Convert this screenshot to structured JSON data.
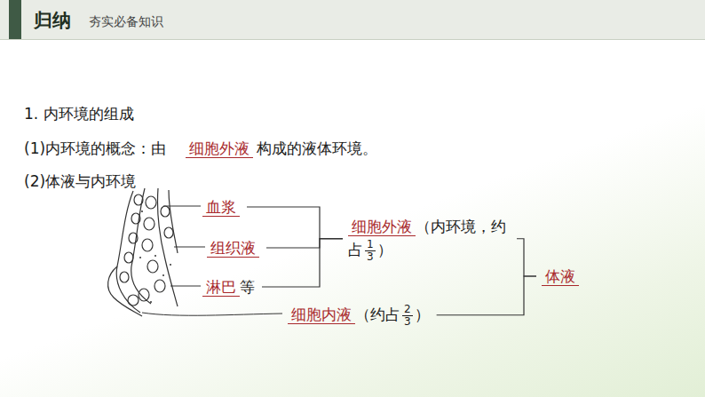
{
  "diagram": {
    "nodes": [
      {
        "text": [
          "血浆"
        ]
      },
      {
        "text": [
          "组织液"
        ]
      },
      {
        "text": [
          "淋巴",
          "等"
        ]
      },
      {
        "text": [
          "细胞外液",
          "（内环境，约占",
          "1",
          "3",
          "）"
        ]
      },
      {
        "text": [
          "细胞内液",
          "（约占",
          "2",
          "3",
          "）"
        ]
      },
      {
        "text": [
          "体液"
        ]
      }
    ],
    "edges": [
      {
        "from": 0,
        "to": 3,
        "arrow": "none"
      },
      {
        "from": 1,
        "to": 3,
        "arrow": "none"
      },
      {
        "from": 2,
        "to": 3,
        "arrow": "none"
      },
      {
        "from": 3,
        "to": 5,
        "arrow": "none"
      },
      {
        "from": 4,
        "to": 5,
        "arrow": "none"
      }
    ],
    "labels": [
      "归纳",
      "夯实必备知识",
      "1. 内环境的组成",
      "(1)内环境的概念：由",
      "细胞外液",
      "构成的液体环境。",
      "(2)体液与内环境"
    ]
  }
}
